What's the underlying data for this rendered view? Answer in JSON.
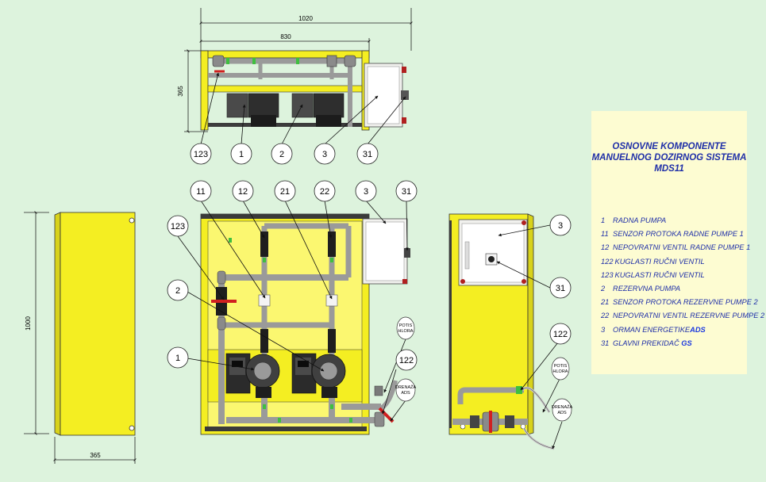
{
  "dimensions": {
    "top_width_outer": "1020",
    "top_width_inner": "830",
    "top_depth": "365",
    "side_height": "1000",
    "side_depth": "365"
  },
  "callouts": {
    "top": [
      "123",
      "1",
      "2",
      "3",
      "31"
    ],
    "front": [
      "11",
      "12",
      "21",
      "22",
      "3",
      "31",
      "123",
      "2",
      "1",
      "122"
    ],
    "side": [
      "3",
      "31",
      "122"
    ]
  },
  "tags": {
    "potis_hlora": [
      "POTIS",
      "HLORA"
    ],
    "drenaza_ads": [
      "DRENAŽA",
      "ADS"
    ]
  },
  "legend": {
    "title": [
      "OSNOVNE KOMPONENTE",
      "MANUELNOG DOZIRNOG SISTEMA",
      "MDS11"
    ],
    "items": [
      {
        "num": "1",
        "text": "RADNA PUMPA",
        "brand": ""
      },
      {
        "num": "11",
        "text": "SENZOR PROTOKA RADNE PUMPE 1",
        "brand": ""
      },
      {
        "num": "12",
        "text": "NEPOVRATNI VENTIL RADNE PUMPE 1",
        "brand": ""
      },
      {
        "num": "122",
        "text": "KUGLASTI RUČNI VENTIL",
        "brand": ""
      },
      {
        "num": "123",
        "text": "KUGLASTI RUČNI VENTIL",
        "brand": ""
      },
      {
        "num": "2",
        "text": "REZERVNA PUMPA",
        "brand": ""
      },
      {
        "num": "21",
        "text": "SENZOR PROTOKA REZERVNE PUMPE 2",
        "brand": ""
      },
      {
        "num": "22",
        "text": "NEPOVRATNI VENTIL REZERVNE PUMPE 2",
        "brand": ""
      },
      {
        "num": "3",
        "text": "ORMAN ENERGETIKE",
        "brand": "ADS"
      },
      {
        "num": "31",
        "text": "GLAVNI PREKIDAČ",
        "brand": "GS"
      }
    ]
  },
  "colors": {
    "background": "#ddf3dd",
    "panel": "#fdfcd2",
    "frame_yellow": "#f4ee22",
    "pipe": "#8b8b8b",
    "text_blue": "#1f2fa8"
  }
}
